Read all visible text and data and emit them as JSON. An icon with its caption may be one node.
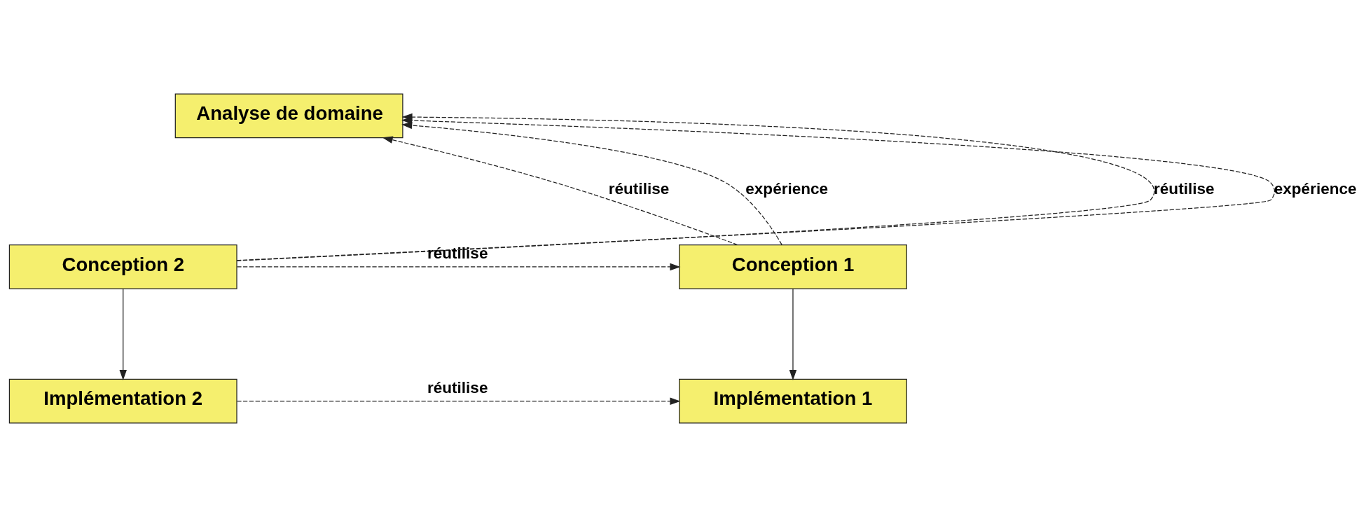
{
  "diagram": {
    "nodes": [
      {
        "text": [
          "Analyse de domaine"
        ]
      },
      {
        "text": [
          "Conception 1"
        ]
      },
      {
        "text": [
          "Conception 2"
        ]
      },
      {
        "text": [
          "Implémentation 1"
        ]
      },
      {
        "text": [
          "Implémentation 2"
        ]
      }
    ],
    "edges": [
      {
        "from": 1,
        "to": 0,
        "arrow": "to",
        "label": "réutilise",
        "style": "dashed"
      },
      {
        "from": 1,
        "to": 0,
        "arrow": "to",
        "label": "expérience",
        "style": "dashed"
      },
      {
        "from": 2,
        "to": 0,
        "arrow": "to",
        "label": "réutilise",
        "style": "dashed"
      },
      {
        "from": 2,
        "to": 0,
        "arrow": "to",
        "label": "expérience",
        "style": "dashed"
      },
      {
        "from": 2,
        "to": 1,
        "arrow": "to",
        "label": "réutilise",
        "style": "dashed"
      },
      {
        "from": 1,
        "to": 3,
        "arrow": "to"
      },
      {
        "from": 2,
        "to": 4,
        "arrow": "to"
      },
      {
        "from": 4,
        "to": 3,
        "arrow": "to",
        "label": "réutilise",
        "style": "dashed"
      }
    ]
  }
}
